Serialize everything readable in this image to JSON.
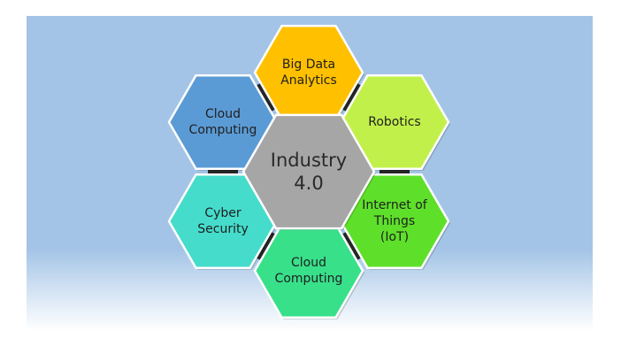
{
  "diagram": {
    "center": {
      "label": "Industry\n4.0",
      "color": "#a6a6a6"
    },
    "nodes": [
      {
        "id": "big-data-analytics",
        "label": "Big Data\nAnalytics",
        "color": "#ffc000"
      },
      {
        "id": "robotics",
        "label": "Robotics",
        "color": "#c2f04a"
      },
      {
        "id": "internet-of-things",
        "label": "Internet of\nThings\n(IoT)",
        "color": "#5ee02a"
      },
      {
        "id": "cloud-computing-bottom",
        "label": "Cloud\nComputing",
        "color": "#38e08a"
      },
      {
        "id": "cyber-security",
        "label": "Cyber\nSecurity",
        "color": "#45dccb"
      },
      {
        "id": "cloud-computing-top",
        "label": "Cloud\nComputing",
        "color": "#5b9bd5"
      }
    ],
    "connector_color": "#262626",
    "border_color": "#ffffff"
  }
}
